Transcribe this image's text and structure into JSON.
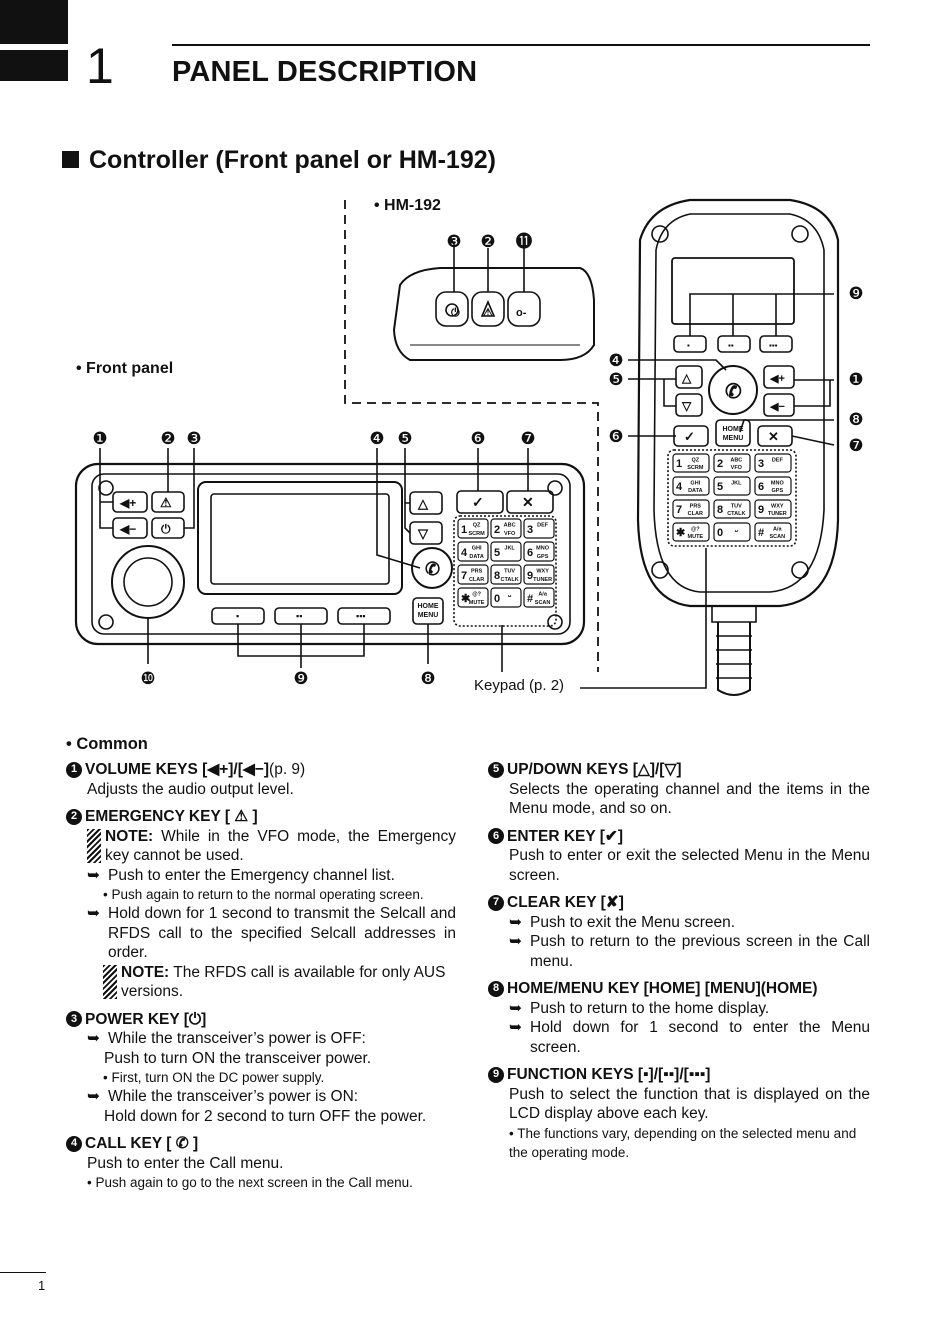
{
  "header": {
    "chapter_number": "1",
    "chapter_title": "PANEL DESCRIPTION"
  },
  "section": {
    "title": "Controller (Front panel or HM-192)"
  },
  "figure": {
    "hm192_label": "• HM-192",
    "front_panel_label": "• Front panel",
    "keypad_label": "Keypad (p. 2)",
    "callouts": [
      "❶",
      "❷",
      "❸",
      "❹",
      "❺",
      "❻",
      "❼",
      "❽",
      "❾",
      "❿",
      "⓫"
    ],
    "keypad_keys": [
      {
        "d": "1",
        "t": "QZ",
        "b": "SCRM"
      },
      {
        "d": "2",
        "t": "ABC",
        "b": "VFO"
      },
      {
        "d": "3",
        "t": "DEF",
        "b": ""
      },
      {
        "d": "4",
        "t": "GHI",
        "b": "DATA"
      },
      {
        "d": "5",
        "t": "JKL",
        "b": ""
      },
      {
        "d": "6",
        "t": "MNO",
        "b": "GPS"
      },
      {
        "d": "7",
        "t": "PRS",
        "b": "CLAR"
      },
      {
        "d": "8",
        "t": "TUV",
        "b": "CTALK"
      },
      {
        "d": "9",
        "t": "WXY",
        "b": "TUNER"
      },
      {
        "d": "✱",
        "t": "@?",
        "b": "MUTE"
      },
      {
        "d": "0",
        "t": "␣",
        "b": ""
      },
      {
        "d": "#",
        "t": "A/a",
        "b": "SCAN"
      }
    ],
    "home_key": [
      "HOME",
      "MENU"
    ]
  },
  "common_heading": "• Common",
  "left_column": {
    "k1": {
      "num": "1",
      "title": "VOLUME KEYS [◀+]/[◀−]",
      "ref": "(p. 9)",
      "desc": "Adjusts the audio output level."
    },
    "k2": {
      "num": "2",
      "title": "EMERGENCY KEY [ ⚠ ]",
      "note1_label": "NOTE:",
      "note1_text": " While in the VFO mode, the Emergency key cannot be used.",
      "a1": "Push to enter the Emergency channel list.",
      "s1": "• Push again to return to the normal operating screen.",
      "a2": "Hold down for 1 second to transmit the Selcall and RFDS call to the specified Selcall addresses in order.",
      "note2_label": "NOTE:",
      "note2_text": " The RFDS call is available for only AUS versions."
    },
    "k3": {
      "num": "3",
      "title": "POWER KEY [⏻]",
      "a1": "While the transceiver’s power is OFF:",
      "a1b": "Push to turn ON the transceiver power.",
      "s1": "• First, turn ON the DC power supply.",
      "a2": "While the transceiver’s power is ON:",
      "a2b": "Hold down for 2 second to turn OFF the power."
    },
    "k4": {
      "num": "4",
      "title": "CALL KEY [ ✆ ]",
      "desc": "Push to enter the Call menu.",
      "s1": "• Push again to go to the next screen in the Call menu."
    }
  },
  "right_column": {
    "k5": {
      "num": "5",
      "title": "UP/DOWN KEYS [△]/[▽]",
      "desc": "Selects the operating channel and the items in the Menu mode, and so on."
    },
    "k6": {
      "num": "6",
      "title": "ENTER KEY [✔]",
      "desc": "Push to enter or exit the selected Menu in the Menu screen."
    },
    "k7": {
      "num": "7",
      "title": "CLEAR KEY [✘]",
      "a1": "Push to exit the Menu screen.",
      "a2": "Push to return to the previous screen in the Call menu."
    },
    "k8": {
      "num": "8",
      "title": "HOME/MENU KEY [HOME] [MENU](HOME)",
      "a1": "Push to return to the home display.",
      "a2": "Hold down for 1 second to enter the Menu screen."
    },
    "k9": {
      "num": "9",
      "title": "FUNCTION KEYS [▪]/[▪▪]/[▪▪▪]",
      "desc": "Push to select the function that is displayed on the LCD display above each key.",
      "s1": "• The functions vary, depending on the selected menu and the operating mode."
    }
  },
  "footer": {
    "page_number": "1"
  }
}
